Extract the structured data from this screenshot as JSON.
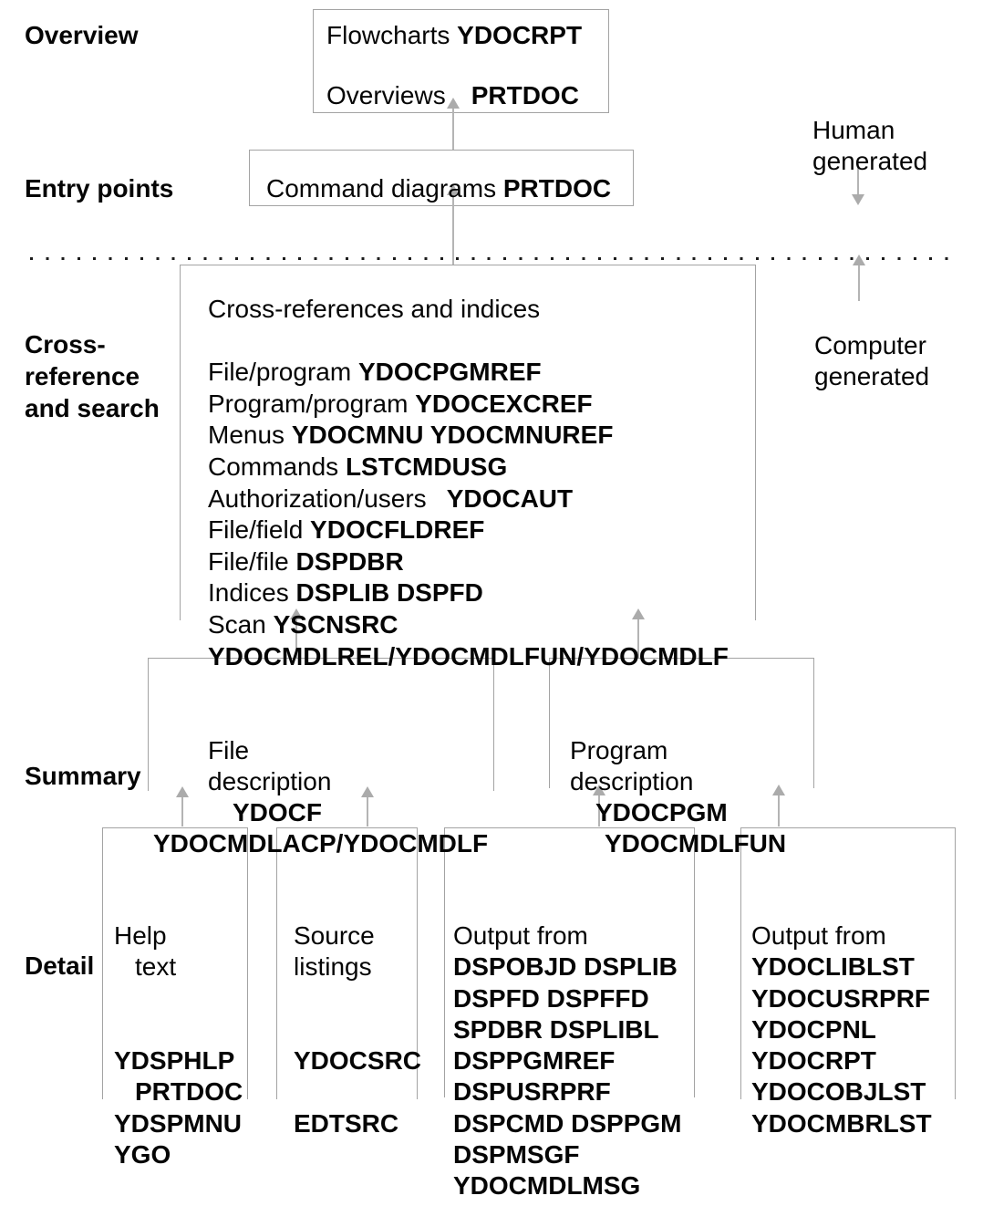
{
  "labels": {
    "overview": "Overview",
    "entry_points": "Entry points",
    "crossref": [
      "Cross-",
      "reference",
      "and search"
    ],
    "summary": "Summary",
    "detail": "Detail"
  },
  "notes": {
    "human": [
      "Human",
      "generated"
    ],
    "computer": [
      "Computer",
      "generated"
    ]
  },
  "overview_box": {
    "lines": [
      [
        {
          "t": "Flowcharts "
        },
        {
          "t": "YDOCRPT",
          "b": true
        }
      ],
      [],
      [
        {
          "t": "Overviews"
        },
        {
          "t": "PRTDOC",
          "b": true,
          "gap": 28
        }
      ]
    ]
  },
  "entry_box": {
    "lines": [
      [
        {
          "t": "Command diagrams "
        },
        {
          "t": "PRTDOC",
          "b": true
        }
      ]
    ]
  },
  "crossref_box": {
    "lines": [
      [
        {
          "t": "Cross-references and indices"
        }
      ],
      [],
      [
        {
          "t": "File/program "
        },
        {
          "t": "YDOCPGMREF",
          "b": true
        }
      ],
      [
        {
          "t": "Program/program "
        },
        {
          "t": "YDOCEXCREF",
          "b": true
        }
      ],
      [
        {
          "t": "Menus "
        },
        {
          "t": "YDOCMNU YDOCMNUREF",
          "b": true
        }
      ],
      [
        {
          "t": "Commands "
        },
        {
          "t": "LSTCMDUSG",
          "b": true
        }
      ],
      [
        {
          "t": "Authorization/users"
        },
        {
          "t": "YDOCAUT",
          "b": true,
          "gap": 22
        }
      ],
      [
        {
          "t": "File/field "
        },
        {
          "t": "YDOCFLDREF",
          "b": true
        }
      ],
      [
        {
          "t": "File/file "
        },
        {
          "t": "DSPDBR",
          "b": true
        }
      ],
      [
        {
          "t": "Indices "
        },
        {
          "t": "DSPLIB DSPFD",
          "b": true
        }
      ],
      [
        {
          "t": "Scan "
        },
        {
          "t": "YSCNSRC",
          "b": true
        }
      ],
      [
        {
          "t": "YDOCMDLREL/YDOCMDLFUN/YDOCMDLF",
          "b": true
        }
      ]
    ]
  },
  "summary": {
    "file_box": {
      "lines": [
        [
          {
            "t": "File"
          }
        ],
        [
          {
            "t": "description"
          }
        ],
        [
          {
            "t": "YDOCF",
            "b": true,
            "indent": 27
          }
        ],
        [
          {
            "t": "YDOCMDLACP/YDOCMDLF",
            "b": true,
            "indent": -60
          }
        ]
      ]
    },
    "program_box": {
      "lines": [
        [
          {
            "t": "Program"
          }
        ],
        [
          {
            "t": "description"
          }
        ],
        [
          {
            "t": "YDOCPGM",
            "b": true,
            "indent": 28
          }
        ],
        [
          {
            "t": "YDOCMDLFUN",
            "b": true,
            "indent": 38
          }
        ]
      ]
    }
  },
  "detail_boxes": {
    "help": {
      "lines": [
        [
          {
            "t": "Help"
          }
        ],
        [
          {
            "t": "text",
            "indent": 23
          }
        ],
        [],
        [],
        [
          {
            "t": "YDSPHLP",
            "b": true
          }
        ],
        [
          {
            "t": "PRTDOC",
            "b": true,
            "indent": 23
          }
        ],
        [
          {
            "t": "YDSPMNU",
            "b": true
          }
        ],
        [
          {
            "t": "YGO",
            "b": true
          }
        ]
      ]
    },
    "source": {
      "lines": [
        [
          {
            "t": "Source"
          }
        ],
        [
          {
            "t": "listings"
          }
        ],
        [],
        [],
        [
          {
            "t": "YDOCSRC",
            "b": true
          }
        ],
        [],
        [
          {
            "t": "EDTSRC",
            "b": true
          }
        ]
      ]
    },
    "output_dsp": {
      "lines": [
        [
          {
            "t": "Output from"
          }
        ],
        [
          {
            "t": "DSPOBJD DSPLIB",
            "b": true
          }
        ],
        [
          {
            "t": "DSPFD DSPFFD",
            "b": true
          }
        ],
        [
          {
            "t": "SPDBR DSPLIBL",
            "b": true
          }
        ],
        [
          {
            "t": "DSPPGMREF",
            "b": true
          }
        ],
        [
          {
            "t": "DSPUSRPRF",
            "b": true
          }
        ],
        [
          {
            "t": "DSPCMD DSPPGM",
            "b": true
          }
        ],
        [
          {
            "t": "DSPMSGF",
            "b": true
          }
        ],
        [
          {
            "t": "YDOCMDLMSG",
            "b": true
          }
        ]
      ]
    },
    "output_ydoc": {
      "lines": [
        [
          {
            "t": "Output from"
          }
        ],
        [
          {
            "t": "YDOCLIBLST",
            "b": true
          }
        ],
        [
          {
            "t": "YDOCUSRPRF",
            "b": true
          }
        ],
        [
          {
            "t": "YDOCPNL",
            "b": true
          }
        ],
        [
          {
            "t": "YDOCRPT",
            "b": true
          }
        ],
        [
          {
            "t": "YDOCOBJLST",
            "b": true
          }
        ],
        [
          {
            "t": "YDOCMBRLST",
            "b": true
          }
        ]
      ]
    }
  },
  "colors": {
    "box_line": "#a3a3a3",
    "arrow": "#ababab",
    "text": "#050505"
  }
}
